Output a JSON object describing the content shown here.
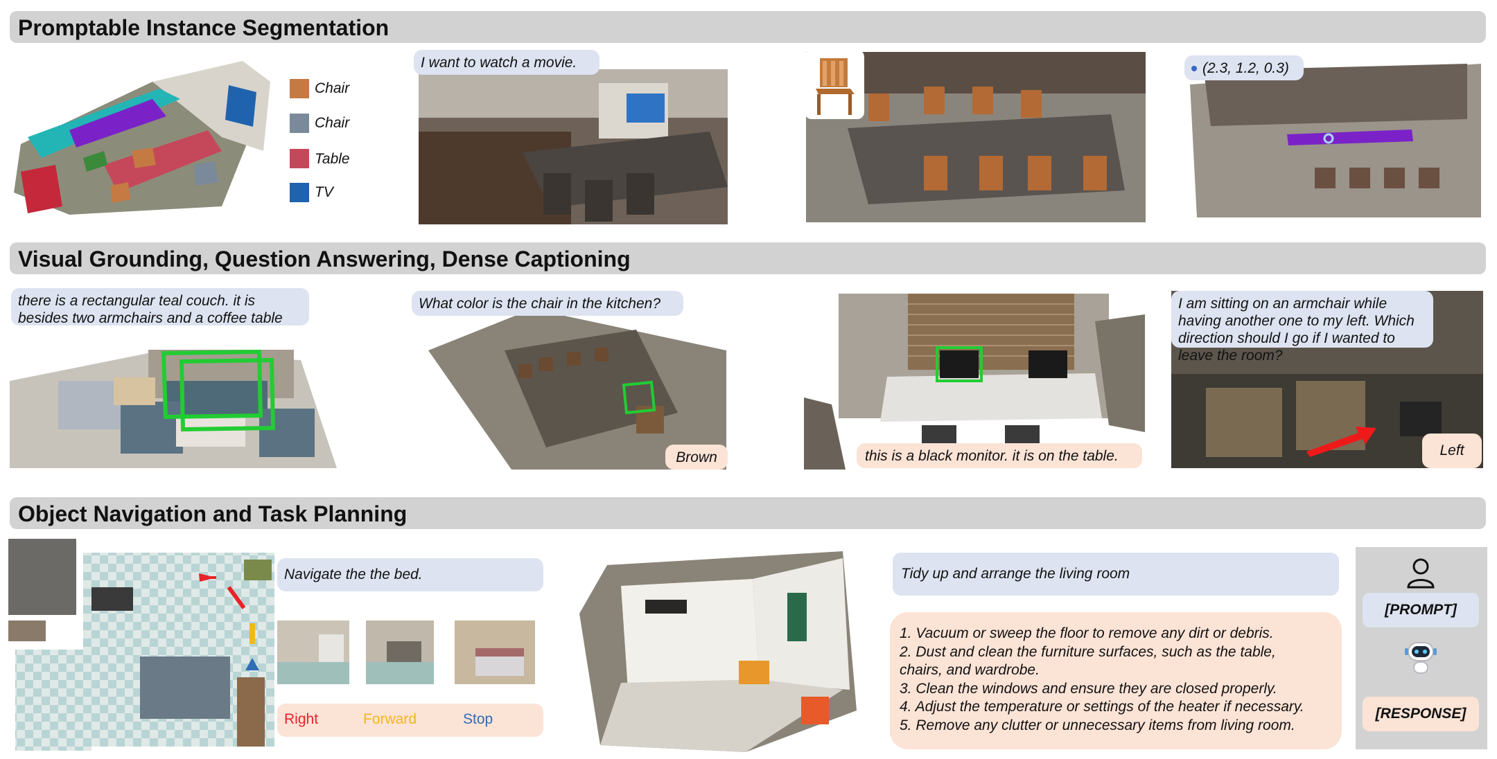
{
  "sections": {
    "s1": "Promptable Instance Segmentation",
    "s2": "Visual Grounding, Question Answering, Dense Captioning",
    "s3": "Object Navigation and Task Planning"
  },
  "legend": [
    {
      "label": "Chair",
      "color": "#c57a43"
    },
    {
      "label": "Chair",
      "color": "#7a8a9b"
    },
    {
      "label": "Table",
      "color": "#c5485a"
    },
    {
      "label": "TV",
      "color": "#1f62ad"
    }
  ],
  "seg": {
    "text_prompt": "I want to watch a movie.",
    "point_prompt": "(2.3, 1.2, 0.3)"
  },
  "vg": {
    "grounding_prompt": "there is a rectangular teal couch. it is besides two armchairs and a coffee table",
    "qa_question": "What color is the chair in the kitchen?",
    "qa_answer": "Brown",
    "caption_answer": "this is a black monitor. it is on the table.",
    "situated_question": "I am sitting on an armchair while having another one to my left. Which direction should I go if I wanted to leave the room?",
    "situated_answer": "Left"
  },
  "nav": {
    "instruction": "Navigate the the bed.",
    "actions": [
      {
        "label": "Right",
        "color": "#e8222a"
      },
      {
        "label": "Forward",
        "color": "#f2b71c"
      },
      {
        "label": "Stop",
        "color": "#2f6db5"
      }
    ]
  },
  "plan": {
    "instruction": "Tidy up and arrange the living room",
    "steps": [
      "1. Vacuum or sweep the floor to remove any dirt or debris.",
      "2. Dust and clean the furniture surfaces, such as the table,",
      "chairs, and wardrobe.",
      "3. Clean the windows and ensure they are closed properly.",
      "4. Adjust the temperature or settings of the heater if necessary.",
      "5. Remove any clutter or unnecessary items from living room."
    ]
  },
  "side": {
    "prompt_label": "[PROMPT]",
    "response_label": "[RESPONSE]"
  }
}
